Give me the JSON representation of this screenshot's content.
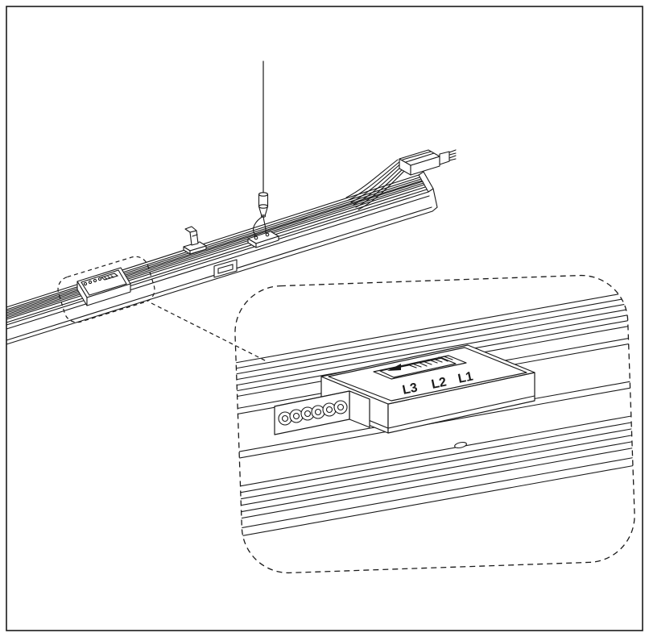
{
  "colors": {
    "background": "#ffffff",
    "line": "#1a1a1a"
  },
  "detail_view": {
    "selector_labels": {
      "l3": "L3",
      "l2": "L2",
      "l1": "L1"
    }
  }
}
